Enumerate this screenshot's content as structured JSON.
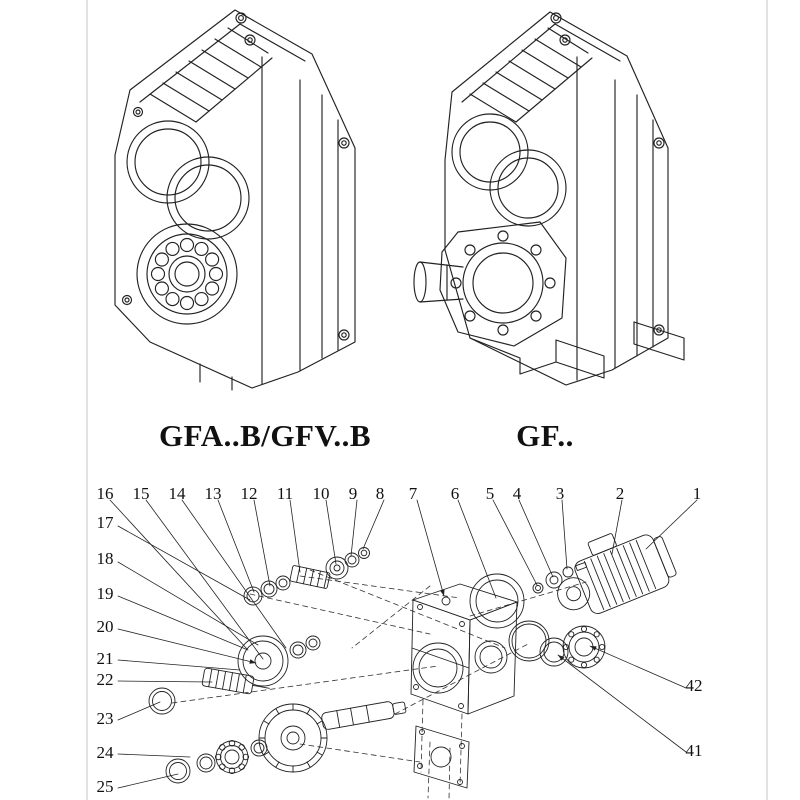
{
  "page": {
    "background": "#ffffff",
    "line_color": "#222222"
  },
  "models": [
    {
      "label": "GFA..B/GFV..B"
    },
    {
      "label": "GF.."
    }
  ],
  "figures": {
    "left": "flange-mounted-gearbox-line-drawing",
    "right": "foot-mounted-gearbox-line-drawing",
    "bottom": "exploded-parts-assembly-diagram"
  },
  "exploded_view": {
    "callouts_top": [
      "16",
      "15",
      "14",
      "13",
      "12",
      "11",
      "10",
      "9",
      "8",
      "7",
      "6",
      "5",
      "4",
      "3",
      "2",
      "1"
    ],
    "callouts_left": [
      "17",
      "18",
      "19",
      "20",
      "21",
      "22",
      "23",
      "24",
      "25"
    ],
    "callouts_right": [
      "42",
      "41"
    ]
  }
}
